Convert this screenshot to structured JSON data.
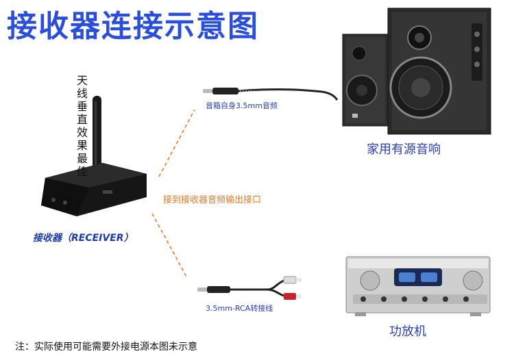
{
  "title": "接收器连接示意图",
  "antenna_note": "天线垂直效果最佳",
  "receiver": {
    "label": "接收器（RECEIVER）"
  },
  "output_label": "接到接收器音频输出接口",
  "cables": {
    "jack_label": "音箱自身3.5mm音频",
    "rca_label": "3.5mm-RCA转接线"
  },
  "speakers": {
    "label": "家用有源音响"
  },
  "amplifier": {
    "label": "功放机"
  },
  "note": "注：实际使用可能需要外接电源本图未示意",
  "colors": {
    "title": "#2a4ed8",
    "label": "#2a3fb0",
    "dash": "#e07a2a"
  }
}
